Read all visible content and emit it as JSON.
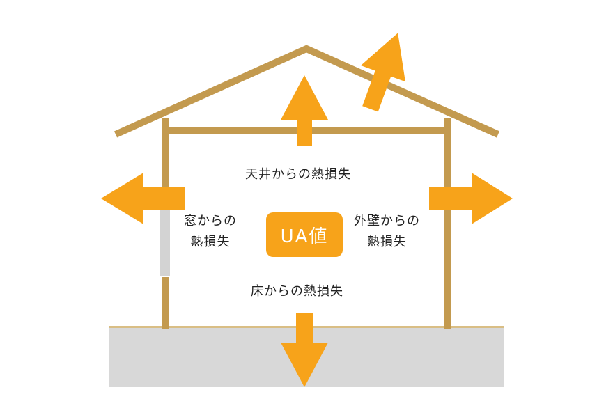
{
  "colors": {
    "frame": "#C39A4F",
    "arrow": "#F7A31A",
    "ground": "#D8D8D8",
    "ground_line": "#D9BE85",
    "window": "#D3D3D3",
    "badge": "#F7A31A",
    "text": "#222222"
  },
  "labels": {
    "ceiling": "天井からの熱損失",
    "window_line1": "窓からの",
    "window_line2": "熱損失",
    "wall_line1": "外壁からの",
    "wall_line2": "熱損失",
    "floor": "床からの熱損失",
    "ua_badge": "UA値"
  },
  "arrows": [
    {
      "name": "roof-heat-loss-arrow",
      "direction": "up-right"
    },
    {
      "name": "ceiling-heat-loss-arrow",
      "direction": "up"
    },
    {
      "name": "window-heat-loss-arrow",
      "direction": "left"
    },
    {
      "name": "wall-heat-loss-arrow",
      "direction": "right"
    },
    {
      "name": "floor-heat-loss-arrow",
      "direction": "down"
    }
  ]
}
